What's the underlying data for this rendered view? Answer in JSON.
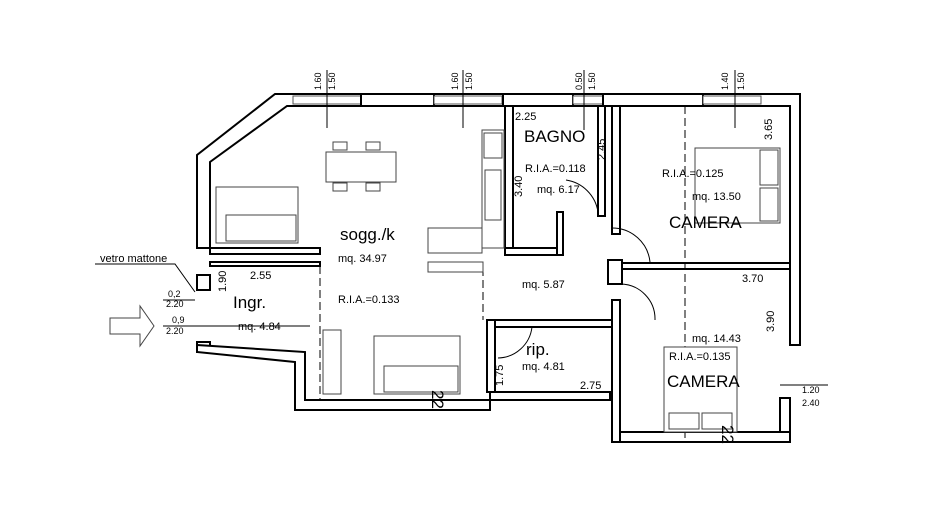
{
  "rooms": {
    "soggiorno": {
      "name": "sogg./k",
      "area": "mq. 34.97",
      "ria": "R.I.A.=0.133"
    },
    "bagno": {
      "name": "BAGNO",
      "area": "mq. 6.17",
      "ria": "R.I.A.=0.118",
      "dim_w": "2.25",
      "dim_h": "2.45",
      "dim_side": "3.40"
    },
    "camera1": {
      "name": "CAMERA",
      "area": "mq. 13.50",
      "ria": "R.I.A.=0.125",
      "dim_h": "3.65"
    },
    "camera2": {
      "name": "CAMERA",
      "area": "mq. 14.43",
      "ria": "R.I.A.=0.135",
      "dim_w": "3.70",
      "dim_h": "3.90"
    },
    "ingresso": {
      "name": "Ingr.",
      "area": "mq. 4.84",
      "dim_w": "2.55",
      "dim_h": "1.90"
    },
    "disimpegno": {
      "area": "mq. 5.87"
    },
    "ripostiglio": {
      "name": "rip.",
      "area": "mq. 4.81",
      "dim_w": "2.75",
      "dim_h": "1.75"
    }
  },
  "windows": [
    {
      "w": "1.60",
      "h": "1.50"
    },
    {
      "w": "1.60",
      "h": "1.50"
    },
    {
      "w": "0.50",
      "h": "1.50"
    },
    {
      "w": "1.40",
      "h": "1.50"
    }
  ],
  "side_window": {
    "w": "1.20",
    "h": "2.40"
  },
  "entrance": {
    "note": "vetro mattone",
    "glass": {
      "w": "0,2",
      "h": "2.20"
    },
    "door": {
      "w": "0,9",
      "h": "2.20"
    }
  },
  "level_mark": "22"
}
